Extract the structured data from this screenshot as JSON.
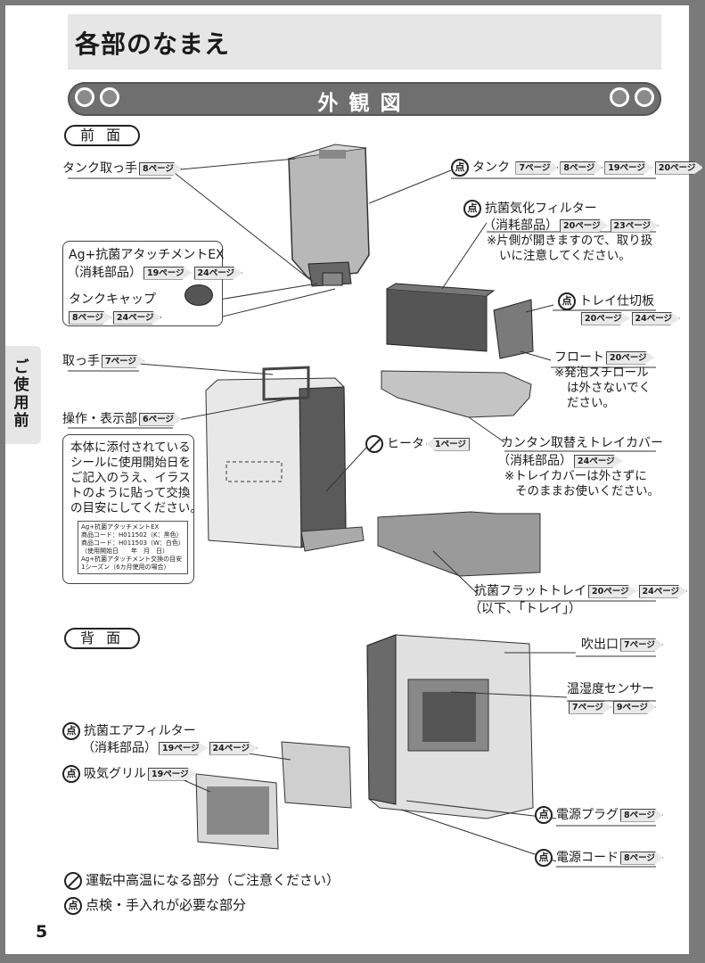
{
  "header": {
    "title": "各部のなまえ"
  },
  "banner": {
    "title": "外観図"
  },
  "side_tab": {
    "label": "ご使用前"
  },
  "page_number": "5",
  "front": {
    "section": "前 面",
    "tank_handle": {
      "label": "タンク取っ手",
      "refs": [
        "8ページ"
      ]
    },
    "tank": {
      "label": "タンク",
      "refs": [
        "7ページ",
        "8ページ",
        "19ページ",
        "20ページ"
      ]
    },
    "filter": {
      "label": "抗菌気化フィルター",
      "sub": "（消耗部品）",
      "refs": [
        "20ページ",
        "23ページ"
      ],
      "note1": "※片側が開きますので、取り扱",
      "note2": "いに注意してください。"
    },
    "ag_box": {
      "title": "Ag+抗菌アタッチメントEX",
      "sub": "（消耗部品）",
      "refs": [
        "19ページ",
        "24ページ"
      ],
      "cap": "タンクキャップ",
      "cap_refs": [
        "8ページ",
        "24ページ"
      ]
    },
    "tray_divider": {
      "label": "トレイ仕切板",
      "refs": [
        "20ページ",
        "24ページ"
      ]
    },
    "float": {
      "label": "フロート",
      "refs": [
        "20ページ"
      ],
      "note1": "※発泡スチロール",
      "note2": "は外さないでく",
      "note3": "ださい。"
    },
    "handle": {
      "label": "取っ手",
      "refs": [
        "7ページ"
      ]
    },
    "control": {
      "label": "操作・表示部",
      "refs": [
        "6ページ"
      ]
    },
    "sticker_box": {
      "l1": "本体に添付されている",
      "l2": "シールに使用開始日を",
      "l3": "ご記入のうえ、イラス",
      "l4": "トのように貼って交換",
      "l5": "の目安にしてください。",
      "stamp": [
        "Ag+抗菌アタッチメントEX",
        "商品コード：H011502（K：黒色）",
        "商品コード：H011503（W：白色）",
        "（使用開始日　　年　月　日）",
        "Ag+抗菌アタッチメント交換の目安",
        "1シーズン（6カ月使用の場合）"
      ]
    },
    "heater": {
      "label": "ヒータ",
      "refs": [
        "1ページ"
      ]
    },
    "tray_cover": {
      "label": "カンタン取替えトレイカバー",
      "sub": "（消耗部品）",
      "refs": [
        "24ページ"
      ],
      "note1": "※トレイカバーは外さずに",
      "note2": "そのままお使いください。"
    },
    "flat_tray": {
      "label": "抗菌フラットトレイ",
      "refs": [
        "20ページ",
        "24ページ"
      ],
      "sub": "（以下、「トレイ」）"
    }
  },
  "back": {
    "section": "背 面",
    "outlet": {
      "label": "吹出口",
      "refs": [
        "7ページ"
      ]
    },
    "sensor": {
      "label": "温湿度センサー",
      "refs": [
        "7ページ",
        "9ページ"
      ]
    },
    "air_filter": {
      "label": "抗菌エアフィルター",
      "sub": "（消耗部品）",
      "refs": [
        "19ページ",
        "24ページ"
      ]
    },
    "grille": {
      "label": "吸気グリル",
      "refs": [
        "19ページ"
      ]
    },
    "plug": {
      "label": "電源プラグ",
      "refs": [
        "8ページ"
      ]
    },
    "cord": {
      "label": "電源コード",
      "refs": [
        "8ページ"
      ]
    }
  },
  "legend": {
    "hot": "運転中高温になる部分（ご注意ください）",
    "check": "点検・手入れが必要な部分"
  },
  "icons": {
    "check": "点",
    "hot": "no-touch-icon"
  }
}
